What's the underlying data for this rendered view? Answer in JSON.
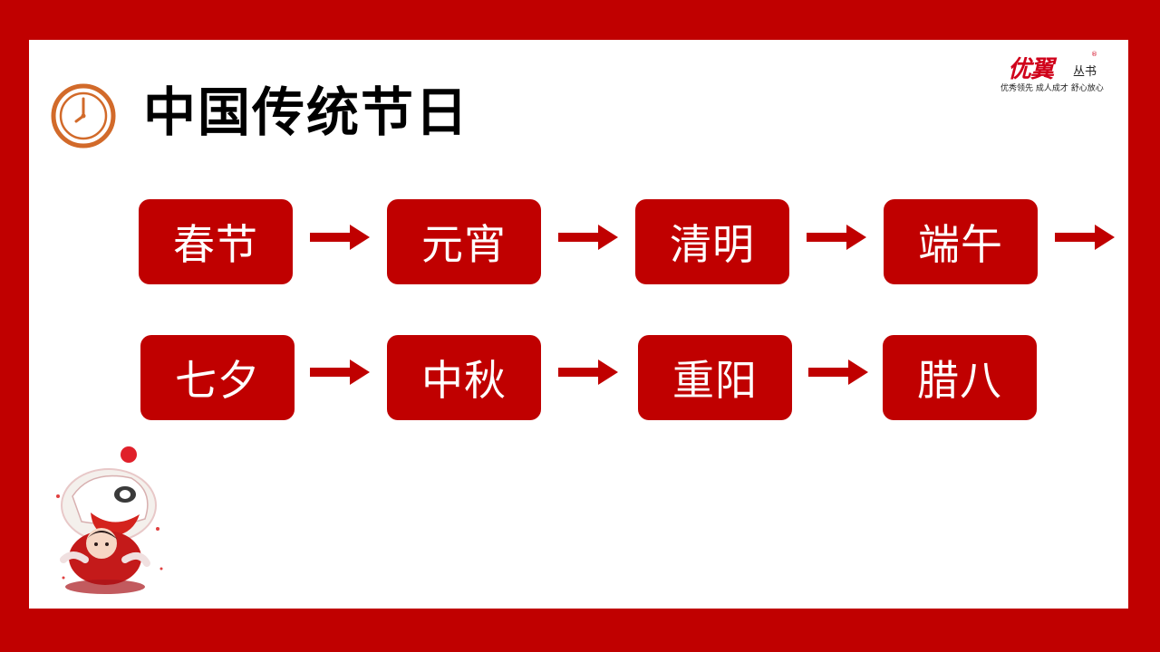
{
  "header": {
    "title": "中国传统节日",
    "clock_icon": "clock-icon"
  },
  "logo": {
    "main": "优翼",
    "sub": "丛书",
    "registered": "®",
    "tagline": "优秀领先 成人成才 舒心放心"
  },
  "festivals": {
    "row1": [
      "春节",
      "元宵",
      "清明",
      "端午"
    ],
    "row2": [
      "七夕",
      "中秋",
      "重阳",
      "腊八"
    ]
  },
  "decoration": {
    "art": "lion-dance-art"
  },
  "colors": {
    "border": "#c00000",
    "box": "#c00000",
    "clock": "#d26a2a",
    "text": "#000000"
  }
}
